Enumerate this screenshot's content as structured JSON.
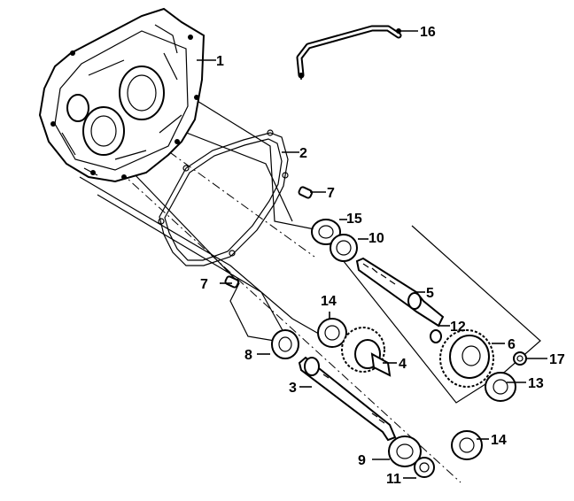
{
  "diagram": {
    "callouts": {
      "c1": "1",
      "c2": "2",
      "c3": "3",
      "c4": "4",
      "c5": "5",
      "c6": "6",
      "c7a": "7",
      "c7b": "7",
      "c8": "8",
      "c9": "9",
      "c10": "10",
      "c11": "11",
      "c12": "12",
      "c13": "13",
      "c14a": "14",
      "c14b": "14",
      "c15": "15",
      "c16": "16",
      "c17": "17"
    }
  }
}
